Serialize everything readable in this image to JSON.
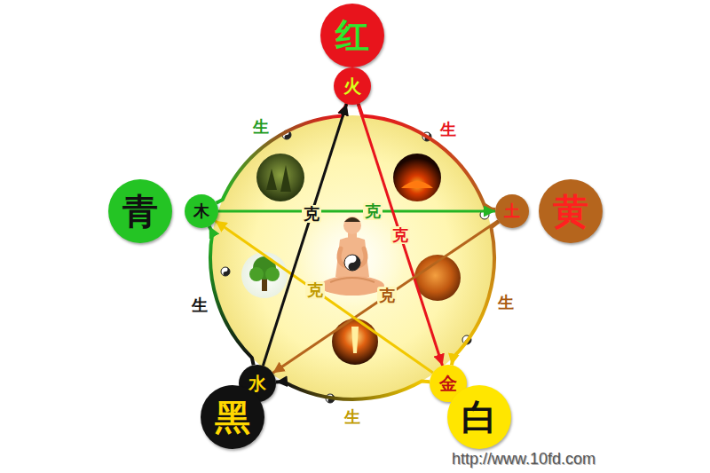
{
  "diagram": {
    "nodes": [
      {
        "text": [
          "红"
        ]
      },
      {
        "text": [
          "火"
        ]
      },
      {
        "text": [
          "青"
        ]
      },
      {
        "text": [
          "木"
        ]
      },
      {
        "text": [
          "土"
        ]
      },
      {
        "text": [
          "黄"
        ]
      },
      {
        "text": [
          "水"
        ]
      },
      {
        "text": [
          "金"
        ]
      },
      {
        "text": [
          "黑"
        ]
      },
      {
        "text": [
          "白"
        ]
      }
    ],
    "edges": [
      {
        "from": 1,
        "to": 4,
        "arrow": "to",
        "label": "生"
      },
      {
        "from": 4,
        "to": 7,
        "arrow": "to",
        "label": "生"
      },
      {
        "from": 7,
        "to": 6,
        "arrow": "to",
        "label": "生"
      },
      {
        "from": 6,
        "to": 3,
        "arrow": "to",
        "label": "生"
      },
      {
        "from": 3,
        "to": 1,
        "arrow": "to",
        "label": "生"
      },
      {
        "from": 3,
        "to": 4,
        "arrow": "to",
        "label": "克"
      },
      {
        "from": 1,
        "to": 7,
        "arrow": "to",
        "label": "克"
      },
      {
        "from": 4,
        "to": 6,
        "arrow": "to",
        "label": "克"
      },
      {
        "from": 7,
        "to": 3,
        "arrow": "to",
        "label": "克"
      },
      {
        "from": 6,
        "to": 1,
        "arrow": "to",
        "label": "克"
      }
    ],
    "labels": [
      "http://www.10fd.com"
    ]
  }
}
